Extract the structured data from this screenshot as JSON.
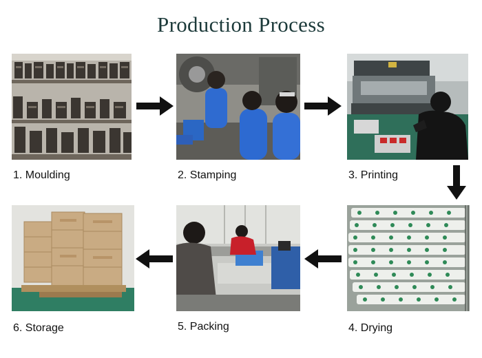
{
  "title": "Production Process",
  "steps": [
    {
      "label": "1. Moulding",
      "photo": "moulds-on-shelves"
    },
    {
      "label": "2. Stamping",
      "photo": "workers-at-stamping-presses"
    },
    {
      "label": "3. Printing",
      "photo": "screen-printing-machine"
    },
    {
      "label": "4. Drying",
      "photo": "badges-on-drying-rack"
    },
    {
      "label": "5. Packing",
      "photo": "workers-packing"
    },
    {
      "label": "6. Storage",
      "photo": "boxes-on-pallet"
    }
  ],
  "arrows": [
    "right-arrow",
    "right-arrow",
    "down-arrow",
    "left-arrow",
    "left-arrow"
  ],
  "colors": {
    "arrow": "#111111",
    "title": "#1c3a3a"
  }
}
